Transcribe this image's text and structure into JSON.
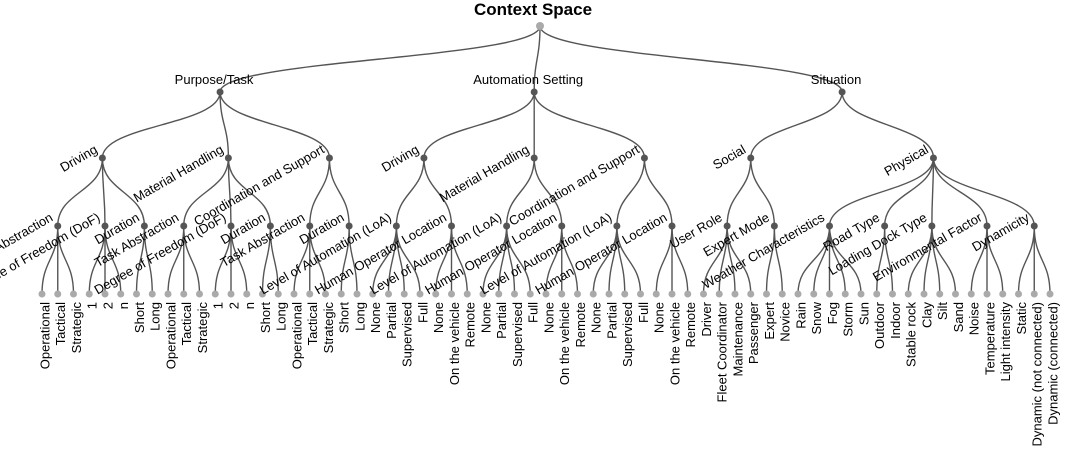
{
  "title": "Context Space",
  "tree": {
    "name": "",
    "children": [
      {
        "name": "Purpose/Task",
        "children": [
          {
            "name": "Driving",
            "children": [
              {
                "name": "Task Abstraction",
                "children": [
                  {
                    "name": "Operational"
                  },
                  {
                    "name": "Tactical"
                  },
                  {
                    "name": "Strategic"
                  }
                ]
              },
              {
                "name": "Degree of Freedom (DoF)",
                "children": [
                  {
                    "name": "1"
                  },
                  {
                    "name": "2"
                  },
                  {
                    "name": "n"
                  }
                ]
              },
              {
                "name": "Duration",
                "children": [
                  {
                    "name": "Short"
                  },
                  {
                    "name": "Long"
                  }
                ]
              }
            ]
          },
          {
            "name": "Material Handling",
            "children": [
              {
                "name": "Task Abstraction",
                "children": [
                  {
                    "name": "Operational"
                  },
                  {
                    "name": "Tactical"
                  },
                  {
                    "name": "Strategic"
                  }
                ]
              },
              {
                "name": "Degree of Freedom (DoF)",
                "children": [
                  {
                    "name": "1"
                  },
                  {
                    "name": "2"
                  },
                  {
                    "name": "n"
                  }
                ]
              },
              {
                "name": "Duration",
                "children": [
                  {
                    "name": "Short"
                  },
                  {
                    "name": "Long"
                  }
                ]
              }
            ]
          },
          {
            "name": "Coordination and Support",
            "children": [
              {
                "name": "Task Abstraction",
                "children": [
                  {
                    "name": "Operational"
                  },
                  {
                    "name": "Tactical"
                  },
                  {
                    "name": "Strategic"
                  }
                ]
              },
              {
                "name": "Duration",
                "children": [
                  {
                    "name": "Short"
                  },
                  {
                    "name": "Long"
                  }
                ]
              }
            ]
          }
        ]
      },
      {
        "name": "Automation Setting",
        "children": [
          {
            "name": "Driving",
            "children": [
              {
                "name": "Level of Automation (LoA)",
                "children": [
                  {
                    "name": "None"
                  },
                  {
                    "name": "Partial"
                  },
                  {
                    "name": "Supervised"
                  },
                  {
                    "name": "Full"
                  }
                ]
              },
              {
                "name": "Human Operator Location",
                "children": [
                  {
                    "name": "None"
                  },
                  {
                    "name": "On the vehicle"
                  },
                  {
                    "name": "Remote"
                  }
                ]
              }
            ]
          },
          {
            "name": "Material Handling",
            "children": [
              {
                "name": "Level of Automation (LoA)",
                "children": [
                  {
                    "name": "None"
                  },
                  {
                    "name": "Partial"
                  },
                  {
                    "name": "Supervised"
                  },
                  {
                    "name": "Full"
                  }
                ]
              },
              {
                "name": "Human Operator Location",
                "children": [
                  {
                    "name": "None"
                  },
                  {
                    "name": "On the vehicle"
                  },
                  {
                    "name": "Remote"
                  }
                ]
              }
            ]
          },
          {
            "name": "Coordination and Support",
            "children": [
              {
                "name": "Level of Automation (LoA)",
                "children": [
                  {
                    "name": "None"
                  },
                  {
                    "name": "Partial"
                  },
                  {
                    "name": "Supervised"
                  },
                  {
                    "name": "Full"
                  }
                ]
              },
              {
                "name": "Human Operator Location",
                "children": [
                  {
                    "name": "None"
                  },
                  {
                    "name": "On the vehicle"
                  },
                  {
                    "name": "Remote"
                  }
                ]
              }
            ]
          }
        ]
      },
      {
        "name": "Situation",
        "children": [
          {
            "name": "Social",
            "children": [
              {
                "name": "User Role",
                "children": [
                  {
                    "name": "Driver"
                  },
                  {
                    "name": "Fleet Coordinator"
                  },
                  {
                    "name": "Maintenance"
                  },
                  {
                    "name": "Passenger"
                  }
                ]
              },
              {
                "name": "Expert Mode",
                "children": [
                  {
                    "name": "Expert"
                  },
                  {
                    "name": "Novice"
                  }
                ]
              }
            ]
          },
          {
            "name": "Physical",
            "children": [
              {
                "name": "Weather Characteristics",
                "children": [
                  {
                    "name": "Rain"
                  },
                  {
                    "name": "Snow"
                  },
                  {
                    "name": "Fog"
                  },
                  {
                    "name": "Storm"
                  },
                  {
                    "name": "Sun"
                  }
                ]
              },
              {
                "name": "Road Type",
                "children": [
                  {
                    "name": "Outdoor"
                  },
                  {
                    "name": "Indoor"
                  }
                ]
              },
              {
                "name": "Loading Dock Type",
                "children": [
                  {
                    "name": "Stable rock"
                  },
                  {
                    "name": "Clay"
                  },
                  {
                    "name": "Silt"
                  },
                  {
                    "name": "Sand"
                  }
                ]
              },
              {
                "name": "Environmental Factor",
                "children": [
                  {
                    "name": "Noise"
                  },
                  {
                    "name": "Temperature"
                  },
                  {
                    "name": "Light intensity"
                  }
                ]
              },
              {
                "name": "Dynamicity",
                "children": [
                  {
                    "name": "Static"
                  },
                  {
                    "name": "Dynamic (not connected)"
                  },
                  {
                    "name": "Dynamic (connected)"
                  }
                ]
              }
            ]
          }
        ]
      }
    ]
  }
}
